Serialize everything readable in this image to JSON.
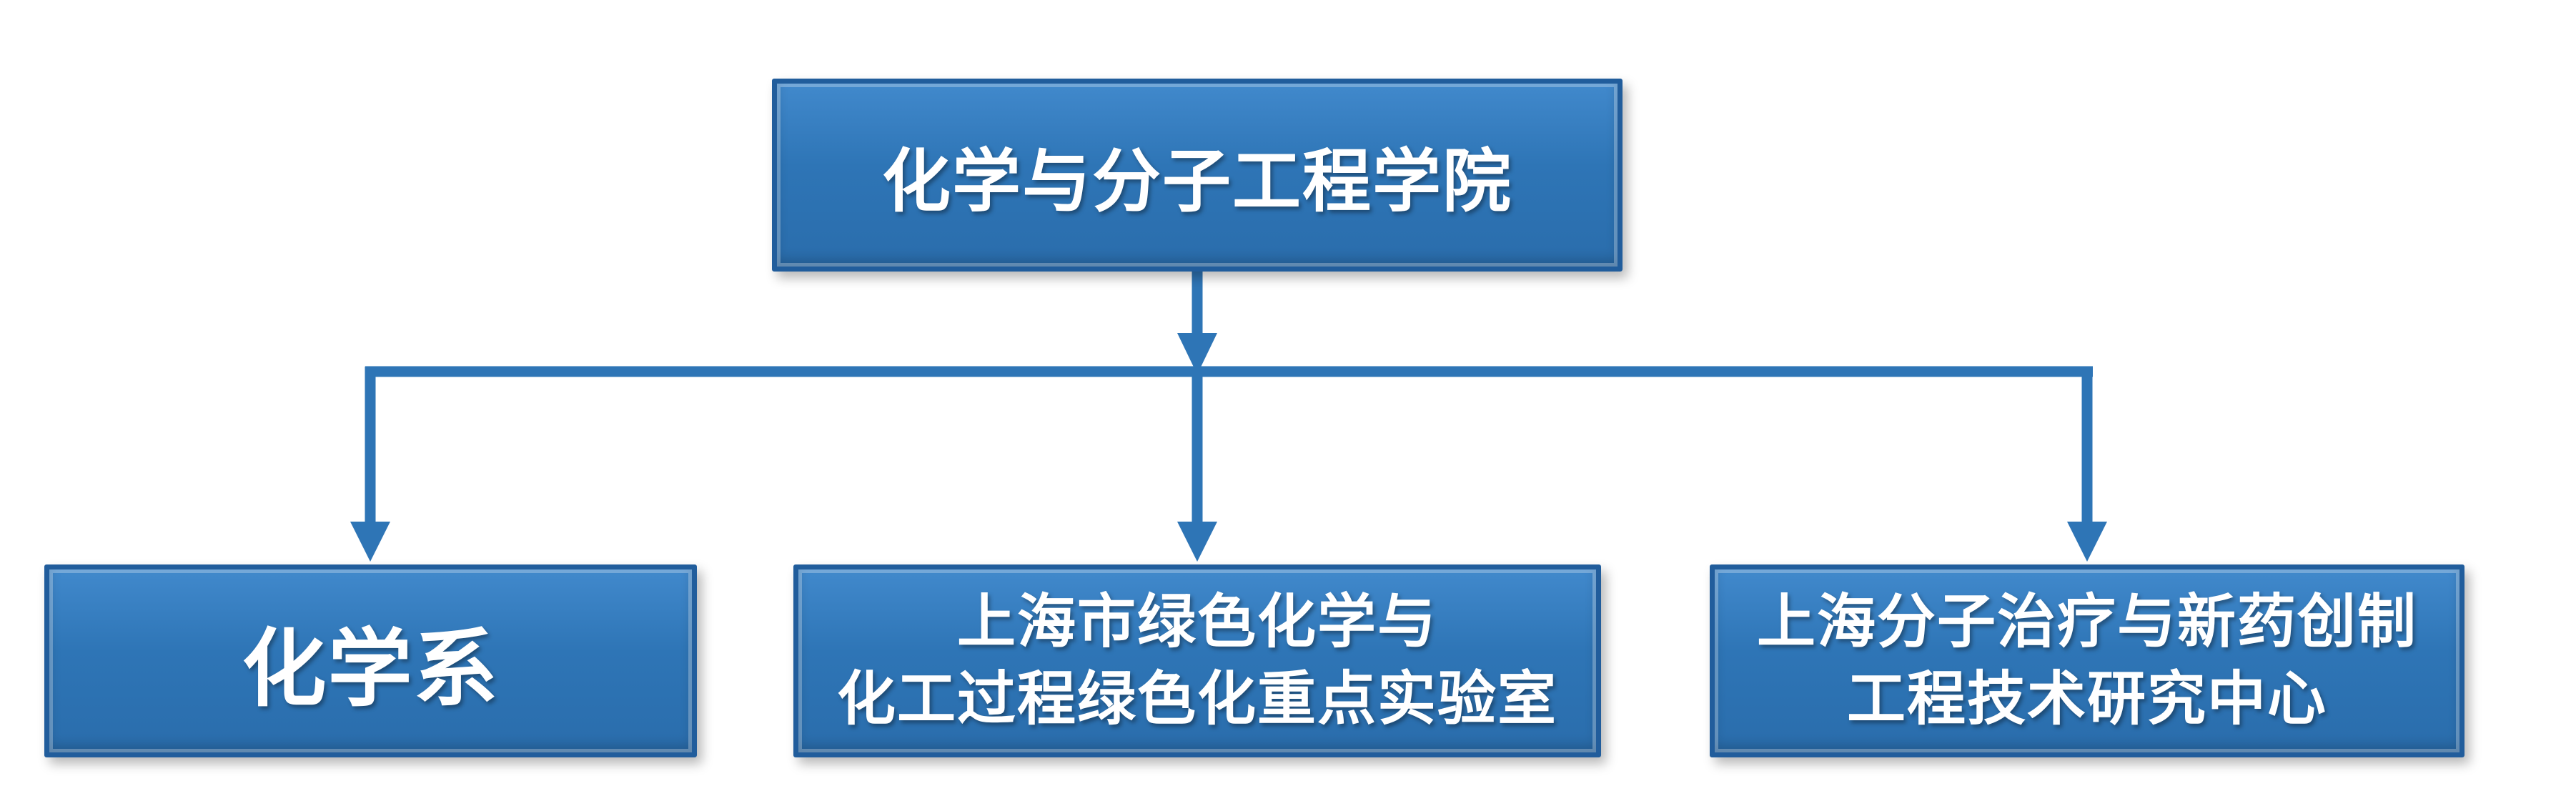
{
  "org_chart": {
    "root": {
      "label": "化学与分子工程学院"
    },
    "children": [
      {
        "lines": [
          "化学系"
        ]
      },
      {
        "lines": [
          "上海市绿色化学与",
          "化工过程绿色化重点实验室"
        ]
      },
      {
        "lines": [
          "上海分子治疗与新药创制",
          "工程技术研究中心"
        ]
      }
    ],
    "colors": {
      "box_fill": "#2E75B6",
      "box_border": "#215D9C",
      "connector": "#2E75B6",
      "text": "#FFFFFF",
      "background": "#FFFFFF"
    }
  }
}
